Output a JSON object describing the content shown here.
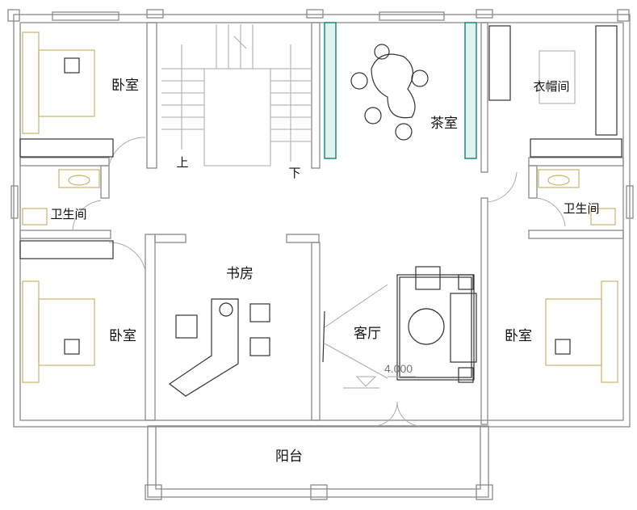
{
  "rooms": {
    "bedroom_top_left": "卧室",
    "bathroom_left": "卫生间",
    "bedroom_bottom_left": "卧室",
    "tea_room": "茶室",
    "cloakroom": "衣帽间",
    "bathroom_right": "卫生间",
    "bedroom_right": "卧室",
    "study": "书房",
    "living_room": "客厅",
    "balcony": "阳台"
  },
  "stairs": {
    "up": "上",
    "down": "下"
  },
  "elevation": "4.000",
  "colors": {
    "wall": "#8a8a8a",
    "furniture": "#c8b46a",
    "tea_shelf": "#1a8c7c"
  }
}
